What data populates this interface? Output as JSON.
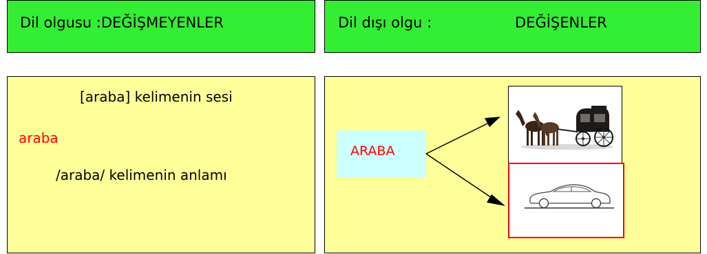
{
  "header_left": {
    "text": "Dil olgusu :DEĞİŞMEYENLER"
  },
  "header_right": {
    "label": "Dil dışı olgu :",
    "value": "DEĞİŞENLER"
  },
  "left_panel": {
    "sound_text": "[araba] kelimenin sesi",
    "word": "araba",
    "meaning_text": "/araba/ kelimenin anlamı"
  },
  "right_panel": {
    "word": "ARABA",
    "images": [
      "horse-carriage-image",
      "car-image"
    ]
  },
  "colors": {
    "header_green": "#33ee33",
    "panel_yellow": "#ffff99",
    "word_box_cyan": "#ccffff",
    "highlight_red": "#ff0000"
  }
}
